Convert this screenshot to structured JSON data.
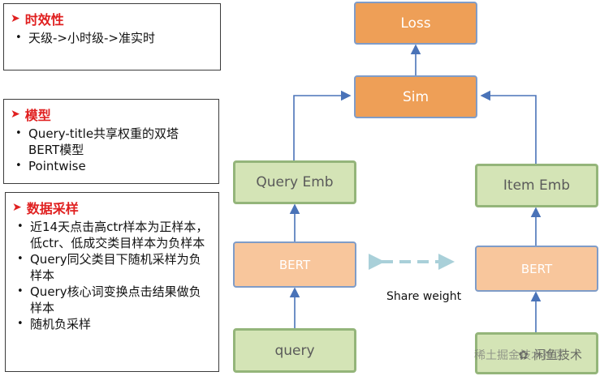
{
  "panels": [
    {
      "title": "时效性",
      "items": [
        "天级->小时级->准实时"
      ]
    },
    {
      "title": "模型",
      "items": [
        "Query-title共享权重的双塔BERT模型",
        "Pointwise"
      ]
    },
    {
      "title": "数据采样",
      "items": [
        "近14天点击高ctr样本为正样本，低ctr、低成交类目样本为负样本",
        "Query同父类目下随机采样为负样本",
        "Query核心词变换点击结果做负样本",
        "随机负采样"
      ]
    }
  ],
  "diagram": {
    "loss": "Loss",
    "sim": "Sim",
    "query_emb": "Query Emb",
    "item_emb": "Item Emb",
    "bert_left": "BERT",
    "bert_right": "BERT",
    "query": "query",
    "share_weight": "Share weight"
  },
  "watermark": {
    "text": "闲鱼技术",
    "subtext": "稀土掘金技术社区"
  },
  "colors": {
    "title_red": "#e02020",
    "orange": "#ee9f57",
    "peach": "#f8c69c",
    "green": "#d4e4b6",
    "arrow_blue": "#4a73b8",
    "dashed_teal": "#a9d0d9"
  }
}
